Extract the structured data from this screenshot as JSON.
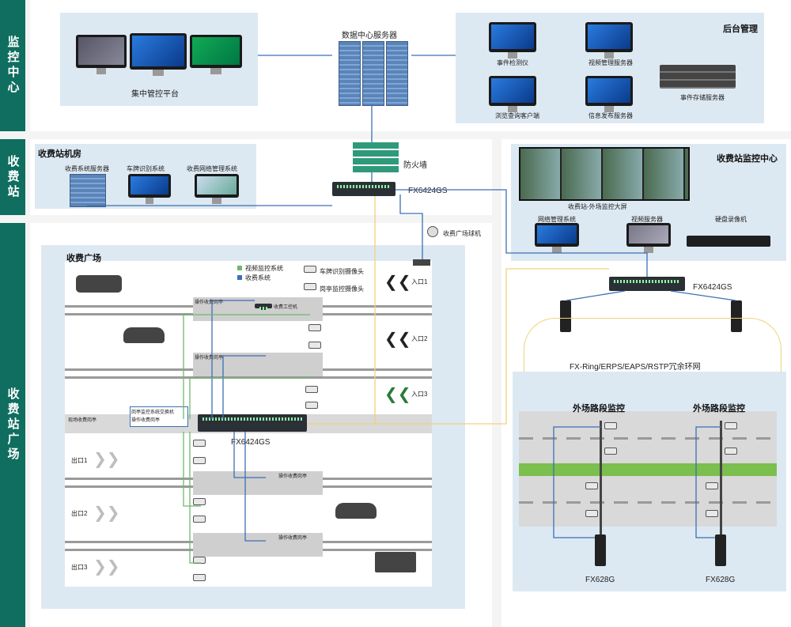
{
  "sidebar": {
    "monitor_center": "监控中心",
    "toll_station": "收费站",
    "toll_plaza": "收费站广场"
  },
  "monitor_center": {
    "platform_label": "集中管控平台",
    "datacenter_label": "数据中心服务器",
    "backend_title": "后台管理",
    "event_detector": "事件检测仪",
    "video_server": "视频管理服务器",
    "event_storage": "事件存储服务器",
    "browse_client": "浏览查询客户端",
    "info_server": "信息发布服务器"
  },
  "station_room": {
    "title": "收费站机房",
    "toll_server": "收费系统服务器",
    "plate_system": "车牌识别系统",
    "network_mgmt": "收费网络管理系统",
    "firewall": "防火墙",
    "core_switch": "FX6424GS"
  },
  "station_monitor": {
    "title": "收费站监控中心",
    "big_screen": "收费站-外场监控大屏",
    "network_mgmt": "网络管理系统",
    "video_server": "视频服务器",
    "nvr": "硬盘录像机",
    "switch": "FX6424GS",
    "ring_label": "FX-Ring/ERPS/EAPS/RSTP冗余环网"
  },
  "field": {
    "section1": "外场路段监控",
    "section2": "外场路段监控",
    "switch1": "FX628G",
    "switch2": "FX628G"
  },
  "plaza": {
    "title": "收费广场",
    "plaza_cam": "收费广场球机",
    "legend_video": "视频监控系统",
    "legend_toll": "收费系统",
    "plate_cam": "车牌识别摄像头",
    "lane_cam": "岗亭监控摄像头",
    "entry1": "入口1",
    "entry2": "入口2",
    "entry3": "入口3",
    "exit1": "出口1",
    "exit2": "出口2",
    "exit3": "出口3",
    "booth_a": "操作收费岗亭",
    "booth_b": "操作收费岗亭",
    "booth_c": "操作收费岗亭",
    "booth_d": "操作收费岗亭",
    "booth_e": "操作收费岗亭",
    "toll_pc": "收费工控机",
    "core_switch": "FX6424GS",
    "mid_booth": "现场收费岗亭",
    "mid_device": "岗亭监控系统交换机"
  },
  "colors": {
    "sidebar": "#0f6e5f",
    "panel": "#dde9f2",
    "line_blue": "#3b6fb6",
    "line_green": "#6fb86f",
    "line_yellow": "#f0d27a"
  }
}
